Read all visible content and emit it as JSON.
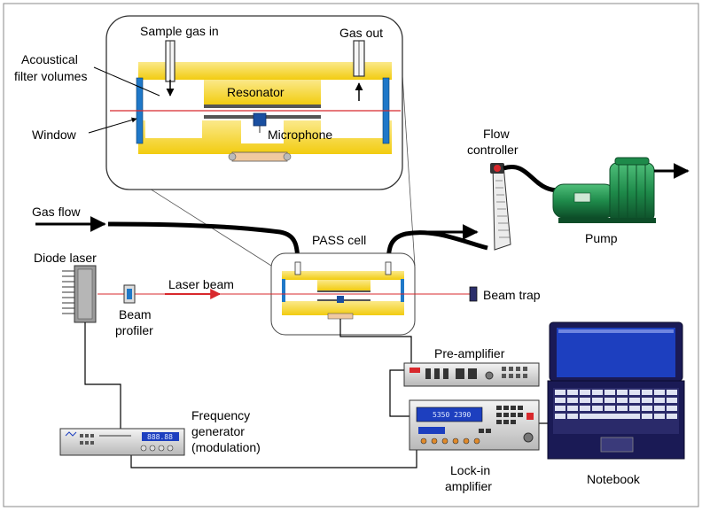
{
  "labels": {
    "sample_gas_in": "Sample gas in",
    "gas_out": "Gas out",
    "acoustical_filter_volumes_1": "Acoustical",
    "acoustical_filter_volumes_2": "filter volumes",
    "resonator": "Resonator",
    "window": "Window",
    "microphone": "Microphone",
    "flow_controller_1": "Flow",
    "flow_controller_2": "controller",
    "gas_flow": "Gas flow",
    "pass_cell": "PASS cell",
    "pump": "Pump",
    "diode_laser": "Diode laser",
    "laser_beam": "Laser beam",
    "beam_profiler_1": "Beam",
    "beam_profiler_2": "profiler",
    "beam_trap": "Beam trap",
    "pre_amplifier": "Pre-amplifier",
    "frequency_generator_1": "Frequency",
    "frequency_generator_2": "generator",
    "frequency_generator_3": "(modulation)",
    "lock_in_amplifier_1": "Lock-in",
    "lock_in_amplifier_2": "amplifier",
    "notebook": "Notebook"
  },
  "displays": {
    "lock_in_readout": "5350 2390",
    "frequency_readout": "888.88"
  },
  "colors": {
    "cell_yellow": "#f5d21c",
    "cell_yellow_light": "#fbe98a",
    "window_blue": "#1f78c8",
    "laser_red": "#d8282c",
    "pump_green": "#1e8a4a",
    "screen_blue": "#1d3fbf",
    "notebook_frame": "#1a1a55",
    "microphone_blue": "#1a4fa0"
  }
}
